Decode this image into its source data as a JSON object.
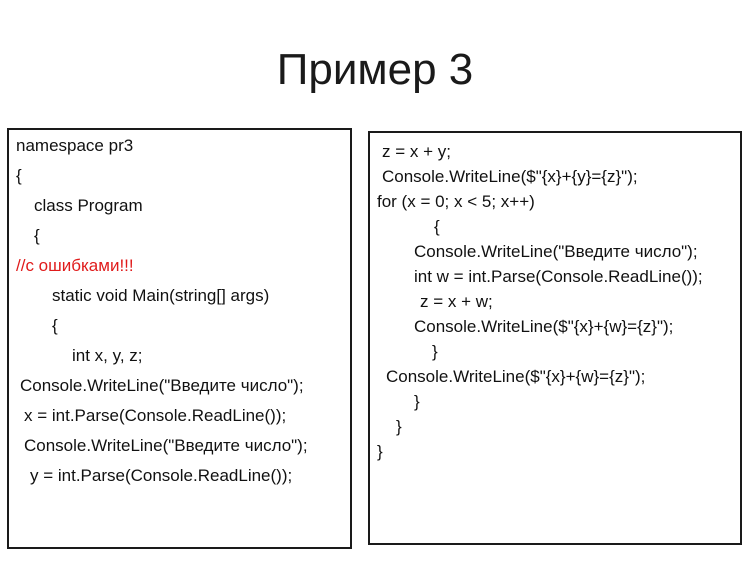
{
  "slide": {
    "title": "Пример 3"
  },
  "code_left": {
    "lines": [
      "namespace pr3",
      "{",
      "class Program",
      "{",
      "//с ошибками!!!",
      "static void Main(string[] args)",
      "{",
      "int x, y, z;",
      "Console.WriteLine(\"Введите число\");",
      "x = int.Parse(Console.ReadLine());",
      "Console.WriteLine(\"Введите число\");",
      "y = int.Parse(Console.ReadLine());"
    ]
  },
  "code_right": {
    "lines": [
      "z = x + y;",
      "Console.WriteLine($\"{x}+{y}={z}\");",
      "for (x = 0; x < 5; x++)",
      "{",
      "Console.WriteLine(\"Введите число\");",
      "int w = int.Parse(Console.ReadLine());",
      "z = x + w;",
      "Console.WriteLine($\"{x}+{w}={z}\");",
      "}",
      "Console.WriteLine($\"{x}+{w}={z}\");",
      "}",
      "}",
      "}"
    ]
  },
  "colors": {
    "text": "#111111",
    "comment": "#e01b1b",
    "border": "#1a1a1a"
  }
}
